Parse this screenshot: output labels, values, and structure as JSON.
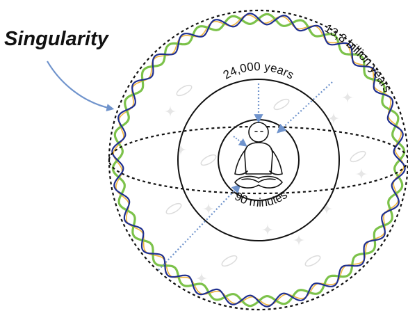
{
  "title": "Singularity",
  "labels": {
    "outer": "13,8 billion years",
    "middle": "24,000 years",
    "inner": "90 minutes"
  },
  "colors": {
    "dashed": "#111111",
    "arrow": "#6f93cc",
    "helix_navy": "#1f2f8f",
    "helix_green": "#7cc24a",
    "helix_yellow": "#f0b43c",
    "sparkle": "#e6e6e6"
  },
  "icons": [
    "meditating-person-icon",
    "galaxy-icon",
    "sparkle-icon",
    "dna-helix-icon"
  ]
}
